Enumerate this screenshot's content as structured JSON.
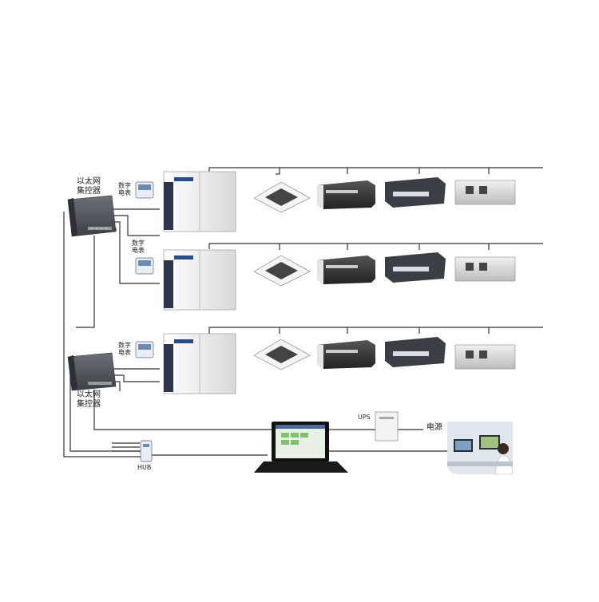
{
  "controllers": [
    {
      "line1": "以太网",
      "line2": "集控器"
    },
    {
      "line1": "以太网",
      "line2": "集控器"
    }
  ],
  "meters": [
    {
      "line1": "数字",
      "line2": "电表"
    },
    {
      "line1": "数字",
      "line2": "电表"
    },
    {
      "line1": "数字",
      "line2": "电表"
    }
  ],
  "labels": {
    "hub": "HUB",
    "ups": "UPS",
    "power": "电源"
  },
  "colors": {
    "line": "#333333",
    "device_gray": "#555a60",
    "unit_white": "#f2f2f2",
    "accent_blue": "#2a4a8c",
    "screen_green": "#7fc36a"
  }
}
